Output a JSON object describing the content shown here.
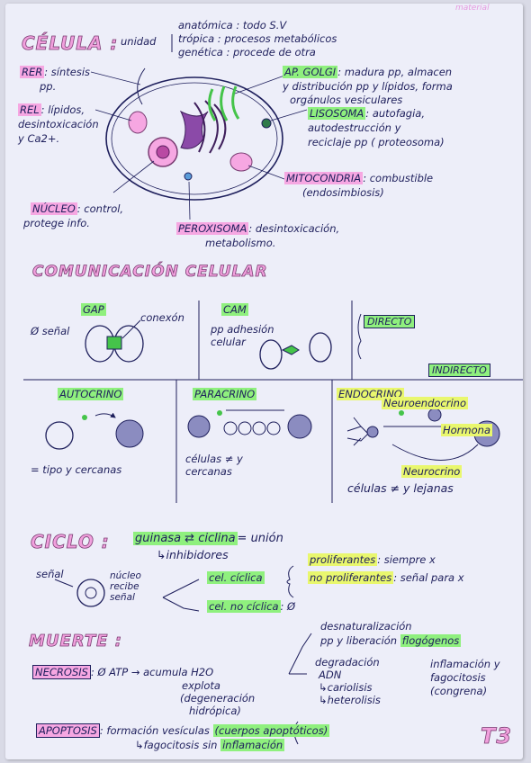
{
  "corner_mark": "material",
  "celula": {
    "title": "CÉLULA :",
    "unidad": "unidad",
    "unidad_items": [
      "anatómica : todo S.V",
      "trópica : procesos metabólicos",
      "genética : procede de otra"
    ],
    "rer_label": "RER",
    "rer_text1": ": síntesis",
    "rer_text2": "pp.",
    "rel_label": "REL",
    "rel_text1": ": lípidos,",
    "rel_text2": "desintoxicación",
    "rel_text3": "y Ca2+.",
    "nucleo_label": "NÚCLEO",
    "nucleo_text1": ": control,",
    "nucleo_text2": "protege info.",
    "golgi_label": "AP. GOLGI",
    "golgi_text1": ": madura pp, almacen",
    "golgi_text2": "y distribución pp y lípidos, forma",
    "golgi_text3": "orgánulos vesiculares",
    "lisosoma_label": "LISOSOMA",
    "lisosoma_text1": ": autofagia,",
    "lisosoma_text2": "autodestrucción y",
    "lisosoma_text3": "reciclaje pp ( proteosoma)",
    "mito_label": "MITOCONDRIA",
    "mito_text1": ": combustible",
    "mito_text2": "(endosimbiosis)",
    "perox_label": "PEROXISOMA",
    "perox_text1": ": desintoxicación,",
    "perox_text2": "metabolismo."
  },
  "comunicacion": {
    "title": "COMUNICACIÓN CELULAR",
    "gap_label": "GAP",
    "gap_note": "Ø señal",
    "conexon": "conexón",
    "cam_label": "CAM",
    "cam_text1": "pp adhesión",
    "cam_text2": "celular",
    "directo": "DIRECTO",
    "indirecto": "INDIRECTO",
    "autocrino": "AUTOCRINO",
    "autocrino_text": "= tipo y cercanas",
    "paracrino": "PARACRINO",
    "paracrino_text1": "células ≠ y",
    "paracrino_text2": "cercanas",
    "endocrino": "ENDOCRINO",
    "neuroendocrino": "Neuroendocrino",
    "hormona": "Hormona",
    "neurocrino": "Neurocrino",
    "endocrino_text": "células ≠ y lejanas"
  },
  "ciclo": {
    "title": "CICLO :",
    "guinasa": "guinasa ⇄ ciclina",
    "union": "= unión",
    "inhibidores": "↳inhibidores",
    "senal": "señal",
    "nucleo_recibe1": "núcleo",
    "nucleo_recibe2": "recibe",
    "nucleo_recibe3": "señal",
    "cel_ciclica": "cel. cíclica",
    "proliferantes": "proliferantes",
    "proliferantes_text": ": siempre x",
    "no_proliferantes": "no proliferantes",
    "no_proliferantes_text": ": señal para x",
    "cel_no_ciclica": "cel. no cíclica",
    "cel_no_ciclica_text": ": Ø"
  },
  "muerte": {
    "title": "MUERTE :",
    "desnat1": "desnaturalización",
    "desnat2": "pp y liberación",
    "flogogenos": "flogógenos",
    "degradacion": "degradación",
    "adn": "ADN",
    "cariolisis": "↳cariolisis",
    "inflamacion1": "inflamación y",
    "inflamacion2": "fagocitosis",
    "congrena": "(congrena)",
    "necrosis": "NECROSIS",
    "necrosis_text1": ": Ø ATP → acumula H2O",
    "necrosis_text2": "explota",
    "necrosis_text3": "(degeneración",
    "necrosis_text4": "hidrópica)",
    "heterolisis": "↳heterolisis",
    "apoptosis": "APOPTOSIS",
    "apoptosis_text1": ": formación vesículas",
    "cuerpos": "(cuerpos apoptóticos)",
    "apoptosis_text2": "↳fagocitosis  sin",
    "apoptosis_text3": "inflamación",
    "tema": "T3"
  },
  "colors": {
    "ink": "#1e1f5c",
    "pink": "#f6a7e2",
    "green": "#8ff07e",
    "yellow": "#e9f76e"
  }
}
